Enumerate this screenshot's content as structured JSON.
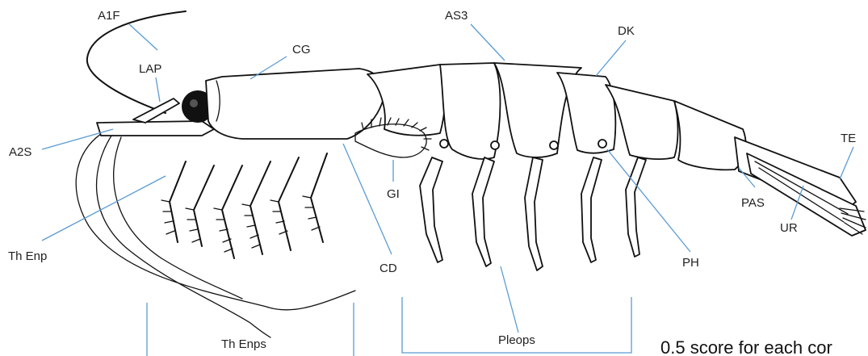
{
  "labels": {
    "a1f": "A1F",
    "lap": "LAP",
    "cg": "CG",
    "as3": "AS3",
    "dk": "DK",
    "te": "TE",
    "a2s": "A2S",
    "gi": "GI",
    "th_enp": "Th Enp",
    "cd": "CD",
    "ph": "PH",
    "pas": "PAS",
    "ur": "UR",
    "th_enps": "Th Enps",
    "pleops": "Pleops"
  },
  "note": "0.5 score for each cor",
  "colors": {
    "leader_line": "#5b9bd5",
    "ink": "#111111",
    "label_text": "#222222"
  }
}
